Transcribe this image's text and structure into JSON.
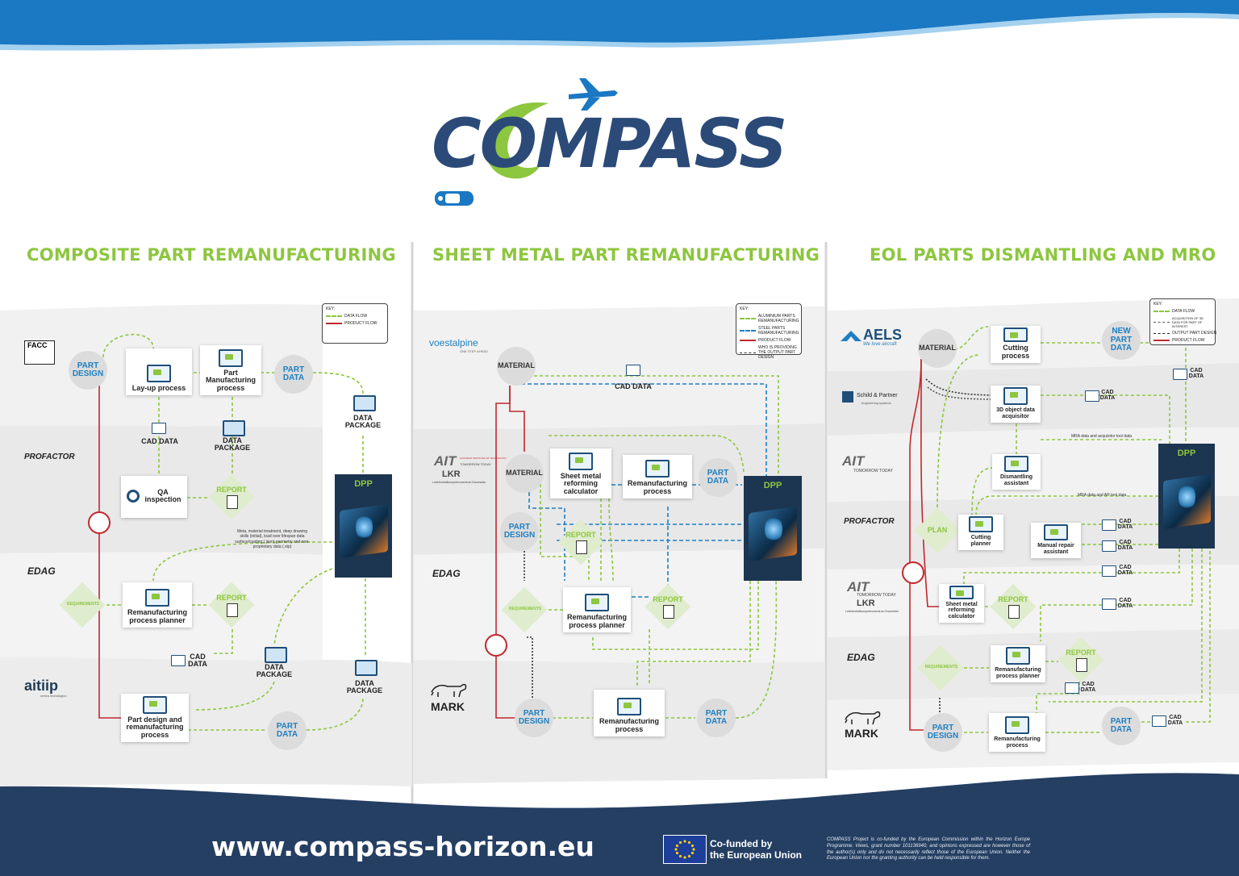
{
  "logo": {
    "text": "COMPASS"
  },
  "sections": [
    {
      "title": "COMPOSITE PART REMANUFACTURING"
    },
    {
      "title": "SHEET METAL PART REMANUFACTURING"
    },
    {
      "title": "EOL PARTS DISMANTLING AND MRO"
    }
  ],
  "colors": {
    "top_wave": "#1b78c2",
    "footer": "#253f63",
    "green": "#8dc63f",
    "blue_text": "#1e7fc2",
    "product_flow": "#c0282d"
  },
  "panel1": {
    "companies": [
      "FACC",
      "PROFACTOR",
      "EDAG",
      "aitiip",
      "centro tecnológico"
    ],
    "key": {
      "title": "KEY:",
      "items": [
        "DATA FLOW",
        "PRODUCT FLOW"
      ]
    },
    "nodes": {
      "part_design": "PART DESIGN",
      "layup": "Lay-up process",
      "part_manufacturing": "Part Manufacturing process",
      "part_data": "PART DATA",
      "cad_data": "CAD DATA",
      "data_package_1": "DATA PACKAGE",
      "data_package_2": "DATA PACKAGE",
      "qa": "QA inspection",
      "report_1": "REPORT",
      "dpp": "DPP",
      "meta_note": "Meta, material treatment, deep drawing skills (initial), load over lifespan data surface/coating (.json) geometry and non-proprietary data (.stp)",
      "requirements": "REQUIREMENTS",
      "reman_planner": "Remanufacturing process planner",
      "report_2": "REPORT",
      "cad_data_2": "CAD DATA",
      "data_package_3": "DATA PACKAGE",
      "data_package_4": "DATA PACKAGE",
      "part_design_reman": "Part design and remanufacturing process",
      "part_data_2": "PART DATA"
    }
  },
  "panel2": {
    "companies": [
      "voestalpine",
      "ONE STEP AHEAD.",
      "AIT",
      "AUSTRIAN INSTITUTE OF TECHNOLOGY",
      "TOMORROW TODAY",
      "LKR",
      "Leichtmetallkompetenzzentrum Ranshofen",
      "EDAG",
      "MARK"
    ],
    "key": {
      "title": "KEY:",
      "items": [
        "ALUMINIUM PARTS REMANUFACTURING",
        "STEEL PARTS REMANUFACTURING",
        "PRODUCT FLOW",
        "WHO IS PROVIDING THE OUTPUT PART DESIGN"
      ]
    },
    "nodes": {
      "material_1": "MATERIAL",
      "cad_data": "CAD DATA",
      "material_2": "MATERIAL",
      "reforming": "Sheet metal reforming calculator",
      "reman_process": "Remanufacturing process",
      "part_data": "PART DATA",
      "dpp": "DPP",
      "part_design": "PART DESIGN",
      "report_1": "REPORT",
      "requirements": "REQUIREMENTS",
      "reman_planner": "Remanufacturing process planner",
      "report_2": "REPORT",
      "part_design_2": "PART DESIGN",
      "reman_process_2": "Remanufacturing process",
      "part_data_2": "PART DATA"
    }
  },
  "panel3": {
    "companies": [
      "AELS",
      "We love aircraft",
      "Schild & Partner",
      "engineering systems",
      "AIT",
      "TOMORROW TODAY",
      "PROFACTOR",
      "AIT",
      "TOMORROW TODAY",
      "LKR",
      "Leichtmetallkompetenzzentrum Ranshofen",
      "EDAG",
      "MARK"
    ],
    "key": {
      "title": "KEY:",
      "items": [
        "DATA FLOW",
        "ACQUISITION OF 3D DATA FOR PART OF INTEREST",
        "OUTPUT PART DESIGN",
        "PRODUCT FLOW"
      ]
    },
    "nodes": {
      "material": "MATERIAL",
      "cutting": "Cutting process",
      "new_part_data": "NEW PART DATA",
      "cad_data_1": "CAD DATA",
      "acquisitor": "3D object data acquisitor",
      "cad_data_2": "CAD DATA",
      "mra_note": "MRA data and acquisitor tool data",
      "dismantling": "Dismantling assistant",
      "dpp": "DPP",
      "mra_note_2": "MRA data and AR tool data",
      "plan": "PLAN",
      "cutting_planner": "Cutting planner",
      "manual_repair": "Manual repair assistant",
      "cad_data_3": "CAD DATA",
      "cad_data_4": "CAD DATA",
      "cad_data_5": "CAD DATA",
      "reforming": "Sheet metal reforming calculator",
      "report_1": "REPORT",
      "cad_data_6": "CAD DATA",
      "requirements": "REQUIREMENTS",
      "reman_planner": "Remanufacturing process planner",
      "report_2": "REPORT",
      "cad_data_7": "CAD DATA",
      "part_design": "PART DESIGN",
      "reman_process": "Remanufacturing process",
      "part_data": "PART DATA",
      "cad_data_8": "CAD DATA"
    }
  },
  "footer": {
    "url": "www.compass-horizon.eu",
    "cofunded_line1": "Co-funded by",
    "cofunded_line2": "the European Union",
    "disclaimer": "COMPASS Project is co-funded by the European Commission within the Horizon Europe Programme. Views, grant number 101136940, and opinions expressed are however those of the author(s) only and do not necessarily reflect those of the European Union. Neither the European Union nor the granting authority can be held responsible for them."
  }
}
